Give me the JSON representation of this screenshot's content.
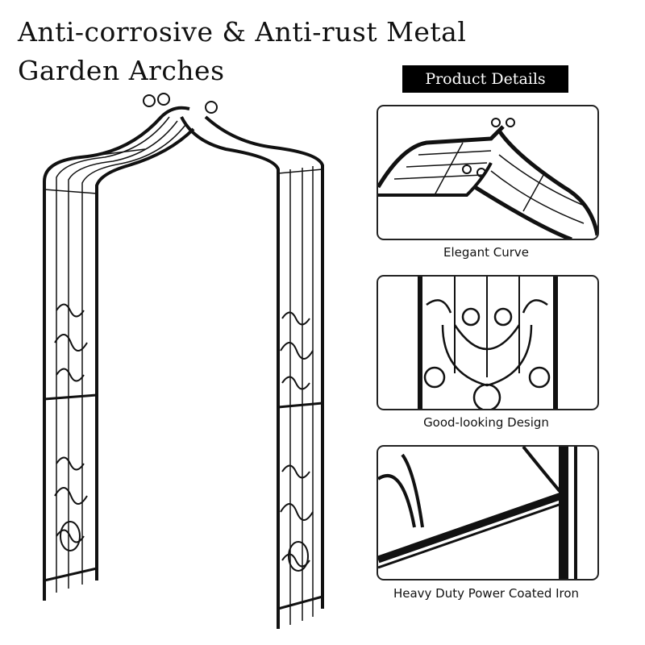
{
  "title_line1": "Anti-corrosive & Anti-rust Metal",
  "title_line2": "Garden Arches",
  "details_label": "Product Details",
  "details": [
    {
      "caption": "Elegant Curve"
    },
    {
      "caption": "Good-looking Design"
    },
    {
      "caption": "Heavy Duty Power Coated Iron"
    }
  ]
}
